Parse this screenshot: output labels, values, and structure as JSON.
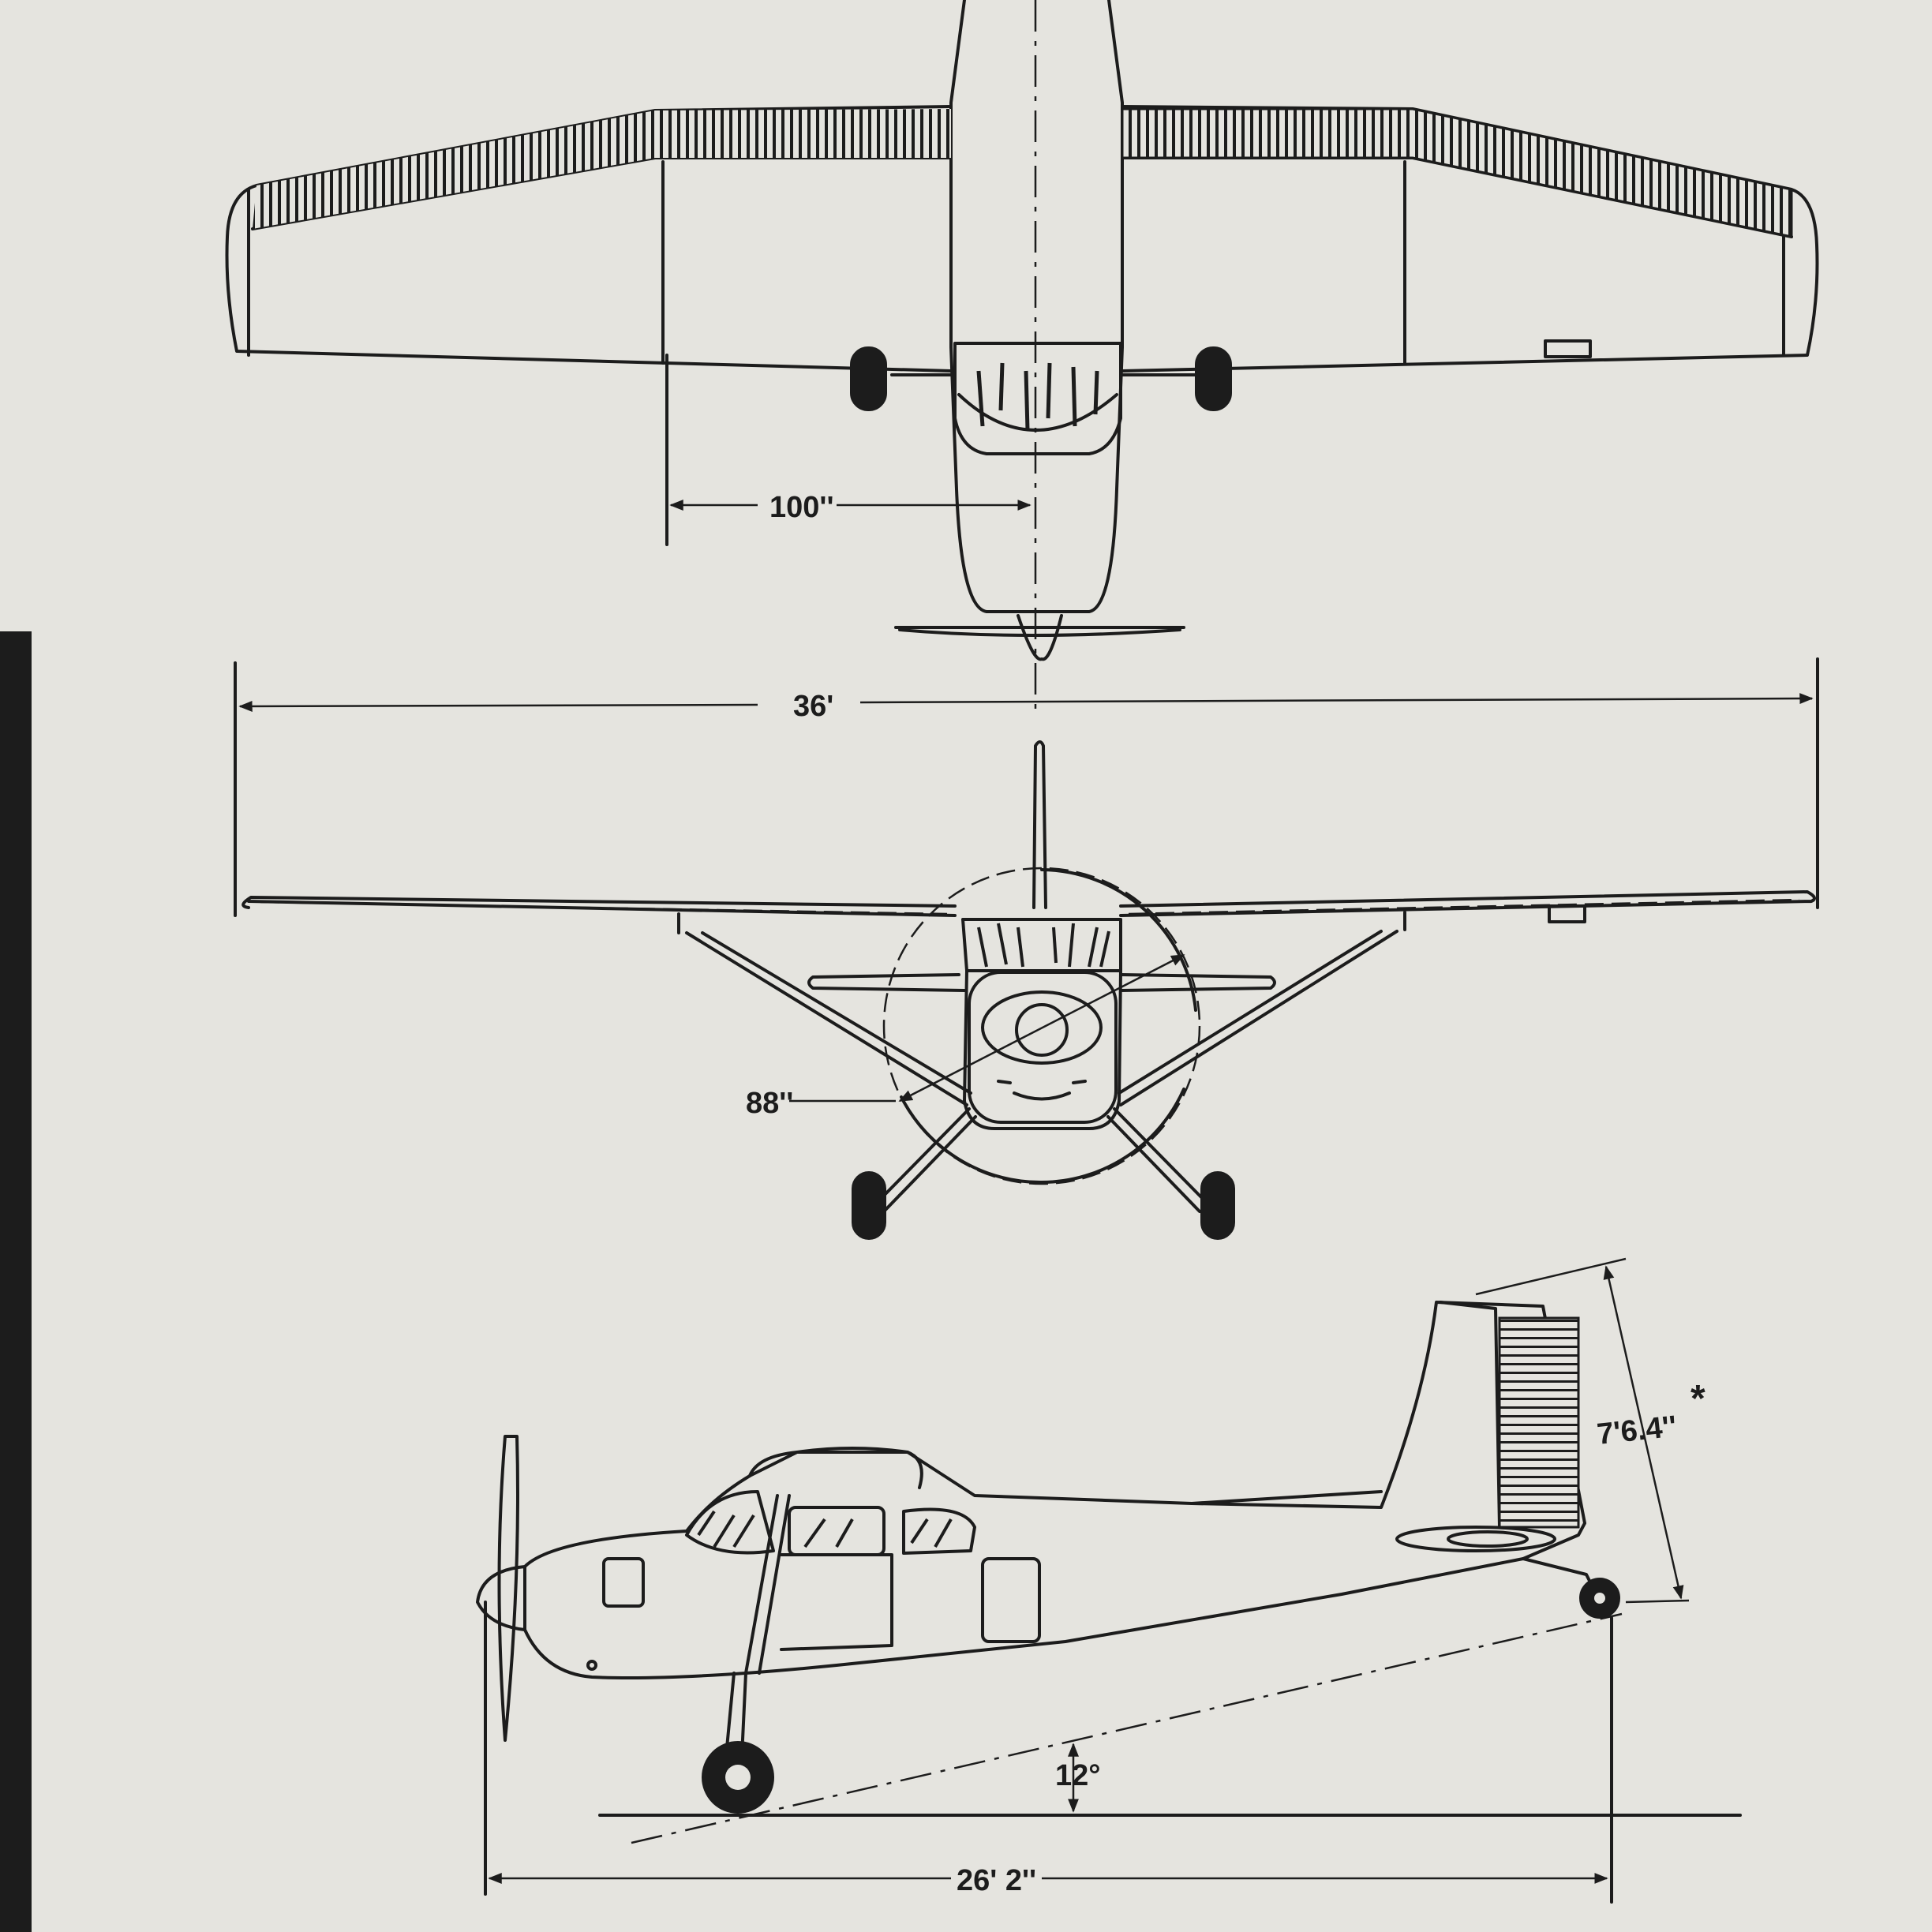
{
  "dimensions": {
    "wing_position": "100''",
    "wingspan": "36'",
    "propeller_diameter": "88''",
    "height": "7'6.4''",
    "height_note_mark": "*",
    "ground_angle": "12°",
    "length": "26' 2''"
  },
  "colors": {
    "paper": "#e5e4df",
    "ink": "#1c1c1c"
  }
}
